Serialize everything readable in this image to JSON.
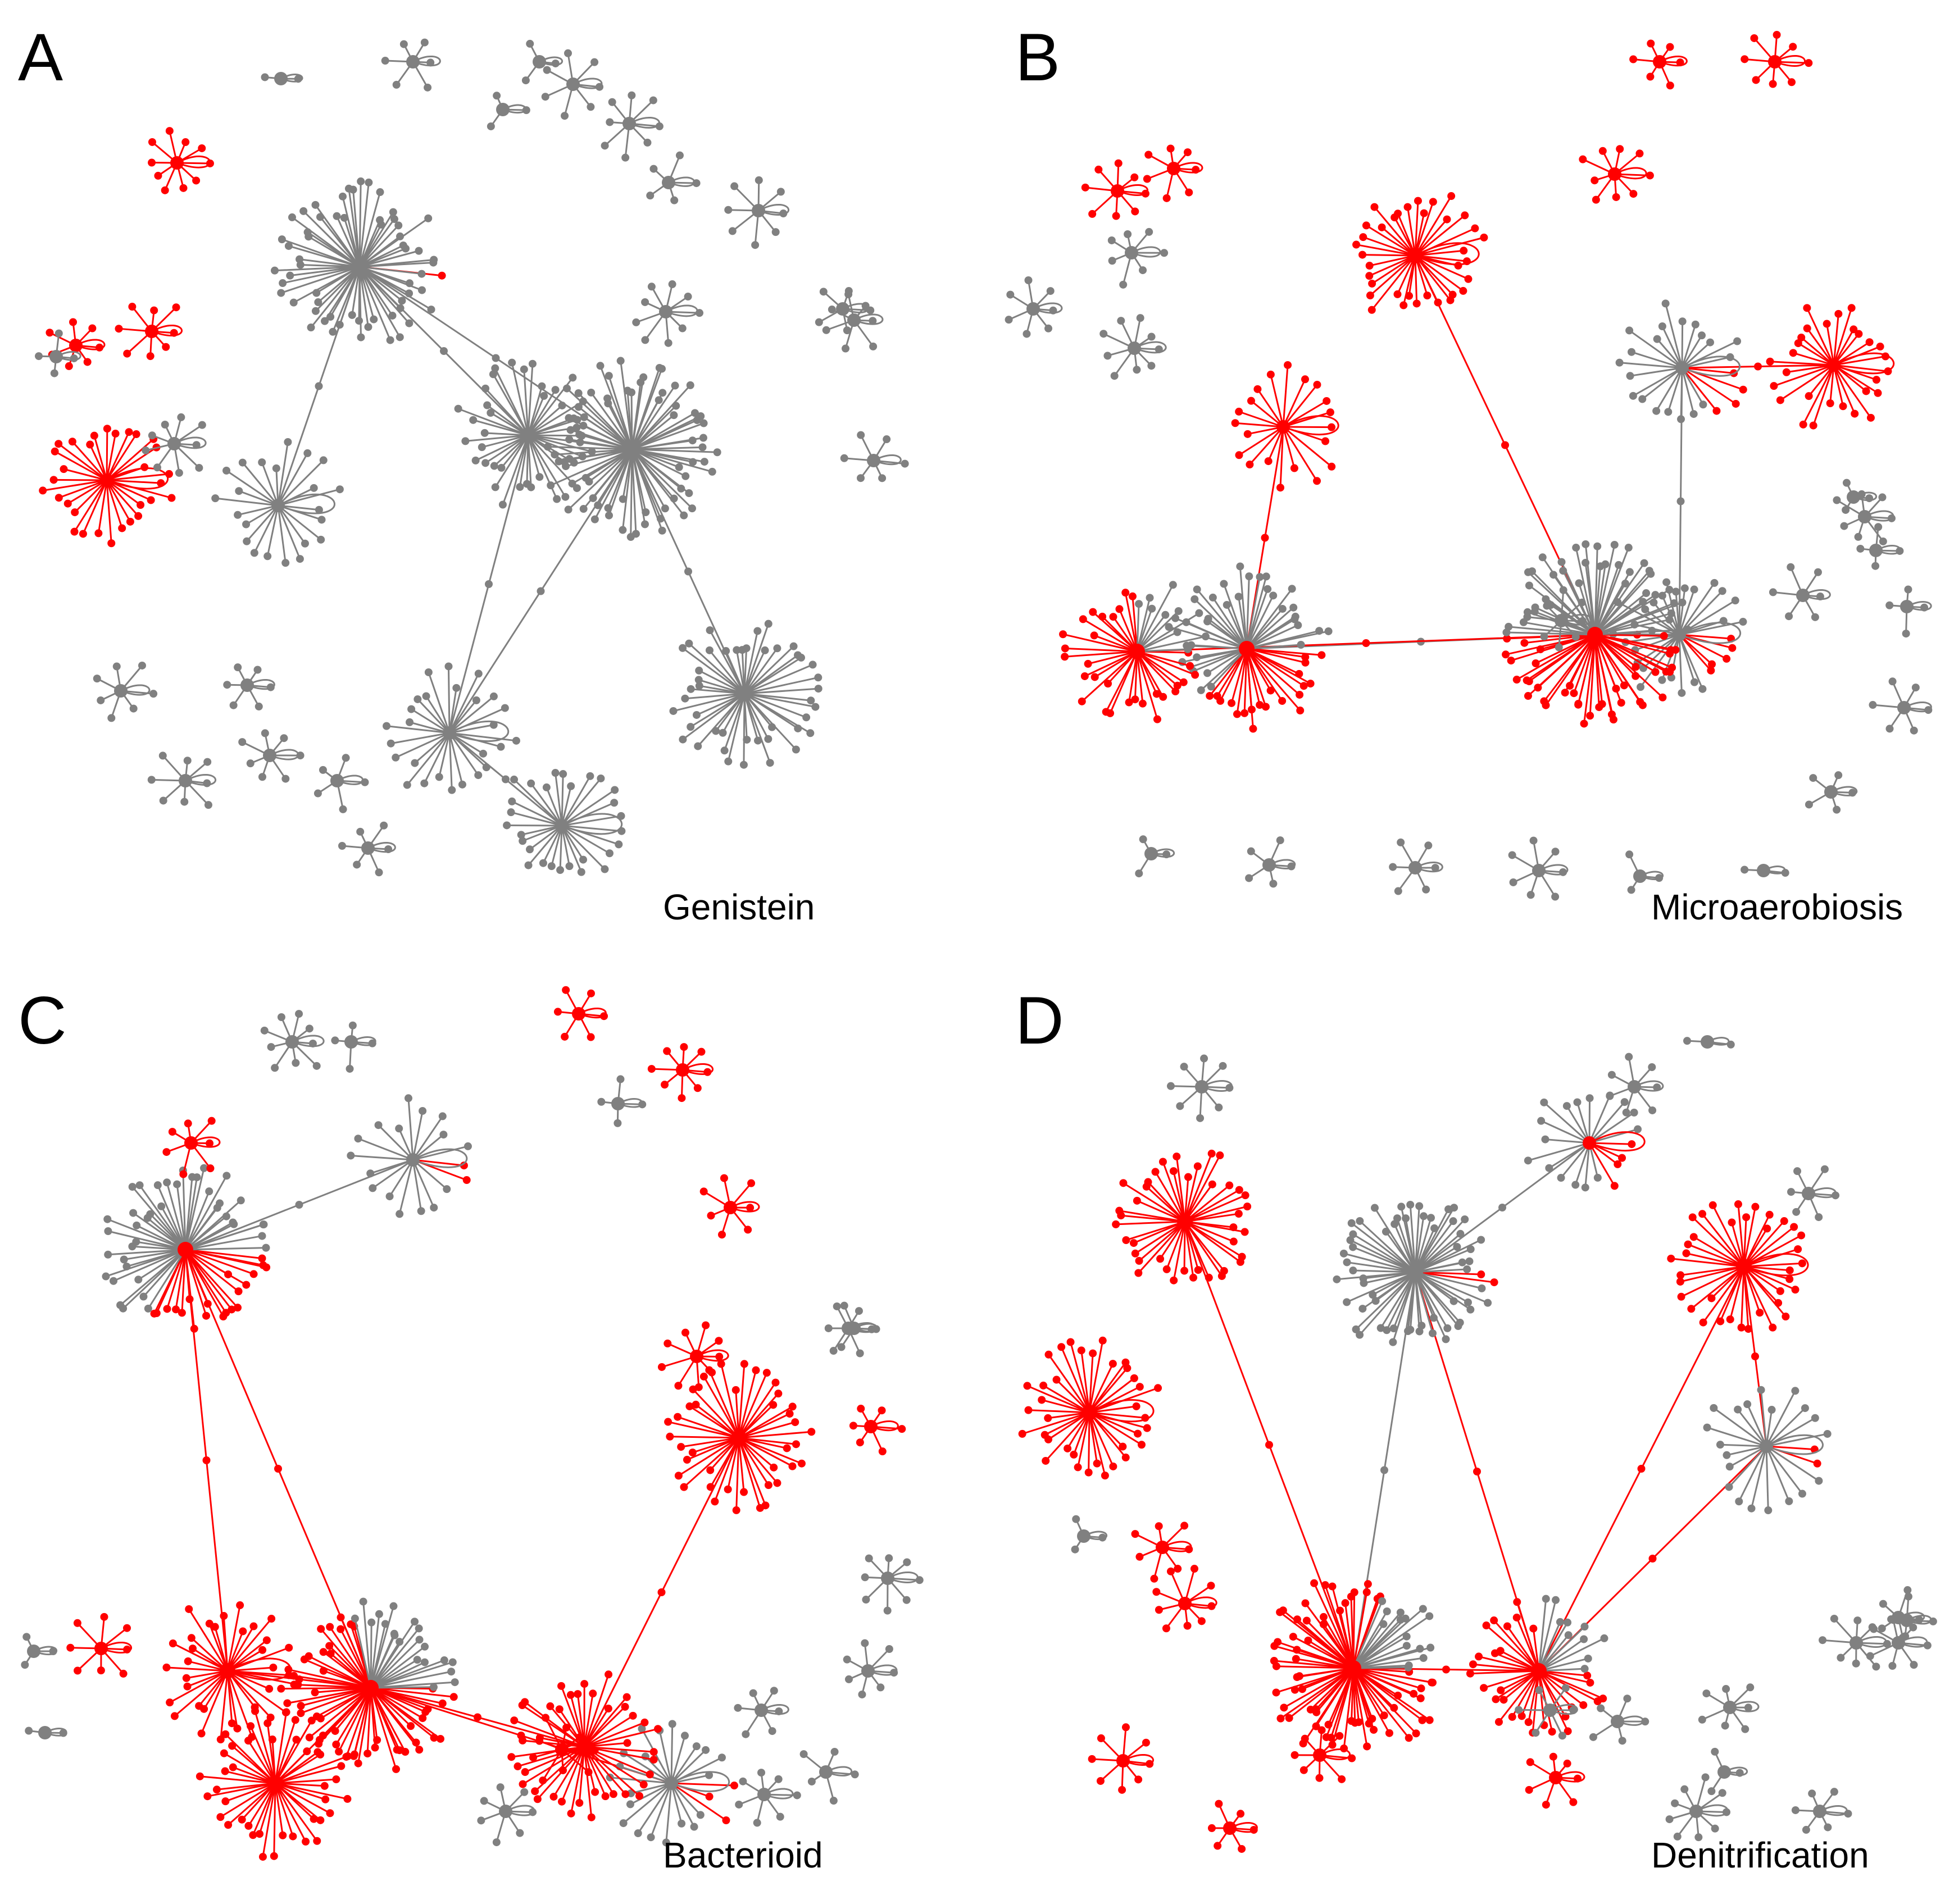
{
  "panels": [
    {
      "letter": "A",
      "caption": "Genistein"
    },
    {
      "letter": "B",
      "caption": "Microaerobiosis"
    },
    {
      "letter": "C",
      "caption": "Bacterioid"
    },
    {
      "letter": "D",
      "caption": "Denitrification"
    }
  ],
  "colors": {
    "regular": "#808080",
    "highlighted": "#ff0000"
  },
  "networks": [
    {
      "hubs": [
        {
          "n": 60,
          "c": "g",
          "red_leaves": 1
        },
        {
          "n": 70,
          "c": "g",
          "red_leaves": 0
        },
        {
          "n": 40,
          "c": "g",
          "red_leaves": 0
        },
        {
          "n": 30,
          "c": "r",
          "red_leaves": 30
        },
        {
          "n": 22,
          "c": "g",
          "red_leaves": 0
        },
        {
          "n": 26,
          "c": "g",
          "red_leaves": 0
        },
        {
          "n": 28,
          "c": "g",
          "red_leaves": 0
        },
        {
          "n": 44,
          "c": "g",
          "red_leaves": 0
        }
      ],
      "small": [
        10,
        7,
        8,
        7,
        6,
        8,
        7,
        5,
        9,
        6,
        7,
        8,
        5,
        6,
        8,
        9,
        7,
        4,
        3,
        5,
        6,
        2,
        3
      ],
      "small_red": 3
    },
    {
      "hubs": [
        {
          "n": 35,
          "c": "r",
          "red_leaves": 35
        },
        {
          "n": 30,
          "c": "g",
          "red_leaves": 5
        },
        {
          "n": 24,
          "c": "g",
          "red_leaves": 4
        },
        {
          "n": 28,
          "c": "r",
          "red_leaves": 28
        },
        {
          "n": 20,
          "c": "r",
          "red_leaves": 20
        },
        {
          "n": 55,
          "c": "r",
          "red_leaves": 20
        },
        {
          "n": 80,
          "c": "r",
          "red_leaves": 40
        },
        {
          "n": 40,
          "c": "r",
          "red_leaves": 30
        }
      ],
      "small": [
        8,
        7,
        9,
        6,
        8,
        7,
        9,
        7,
        6,
        8,
        7,
        5,
        6,
        4,
        3,
        5,
        6,
        7,
        4,
        3,
        2,
        3
      ],
      "small_red": 5
    },
    {
      "hubs": [
        {
          "n": 60,
          "c": "r",
          "red_leaves": 20
        },
        {
          "n": 18,
          "c": "g",
          "red_leaves": 2
        },
        {
          "n": 70,
          "c": "r",
          "red_leaves": 50
        },
        {
          "n": 40,
          "c": "r",
          "red_leaves": 40
        },
        {
          "n": 24,
          "c": "g",
          "red_leaves": 3
        },
        {
          "n": 42,
          "c": "r",
          "red_leaves": 42
        },
        {
          "n": 40,
          "c": "r",
          "red_leaves": 40
        },
        {
          "n": 34,
          "c": "r",
          "red_leaves": 34
        }
      ],
      "small": [
        9,
        7,
        8,
        6,
        8,
        7,
        9,
        6,
        8,
        7,
        6,
        5,
        7,
        4,
        3,
        2,
        3,
        6,
        9,
        7,
        4
      ],
      "small_red": 8
    },
    {
      "hubs": [
        {
          "n": 40,
          "c": "r",
          "red_leaves": 40
        },
        {
          "n": 60,
          "c": "g",
          "red_leaves": 2
        },
        {
          "n": 20,
          "c": "r",
          "red_leaves": 4
        },
        {
          "n": 36,
          "c": "r",
          "red_leaves": 36
        },
        {
          "n": 36,
          "c": "r",
          "red_leaves": 36
        },
        {
          "n": 22,
          "c": "g",
          "red_leaves": 2
        },
        {
          "n": 80,
          "c": "r",
          "red_leaves": 65
        },
        {
          "n": 40,
          "c": "r",
          "red_leaves": 30
        }
      ],
      "small": [
        7,
        9,
        8,
        6,
        8,
        7,
        9,
        6,
        7,
        8,
        5,
        6,
        7,
        4,
        3,
        5,
        6,
        8,
        7,
        3,
        2
      ],
      "small_red": 6
    }
  ]
}
